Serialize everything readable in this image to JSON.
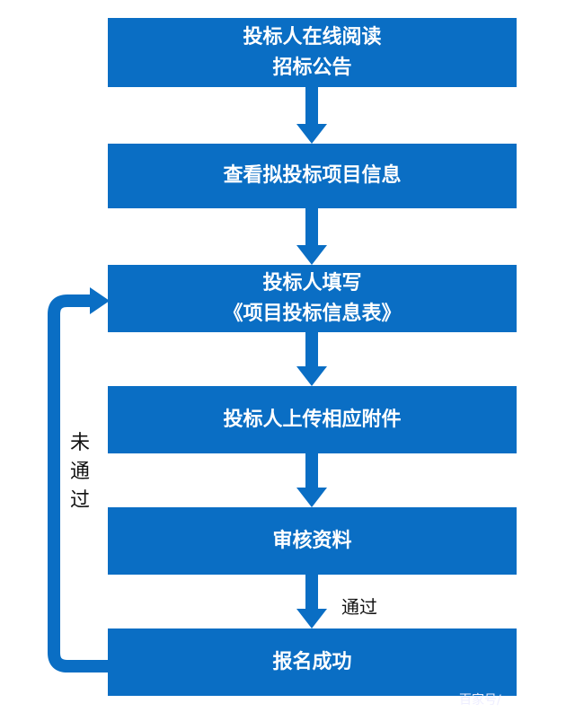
{
  "steps": [
    {
      "line1": "投标人在线阅读",
      "line2": "招标公告"
    },
    {
      "line1": "查看拟投标项目信息"
    },
    {
      "line1": "投标人填写",
      "line2": "《项目投标信息表》"
    },
    {
      "line1": "投标人上传相应附件"
    },
    {
      "line1": "审核资料"
    },
    {
      "line1": "报名成功"
    }
  ],
  "labels": {
    "fail": "未通过",
    "pass": "通过"
  },
  "watermark": "百家号/",
  "colors": {
    "box": "#0a6ec4",
    "arrow": "#0a6ec4"
  }
}
